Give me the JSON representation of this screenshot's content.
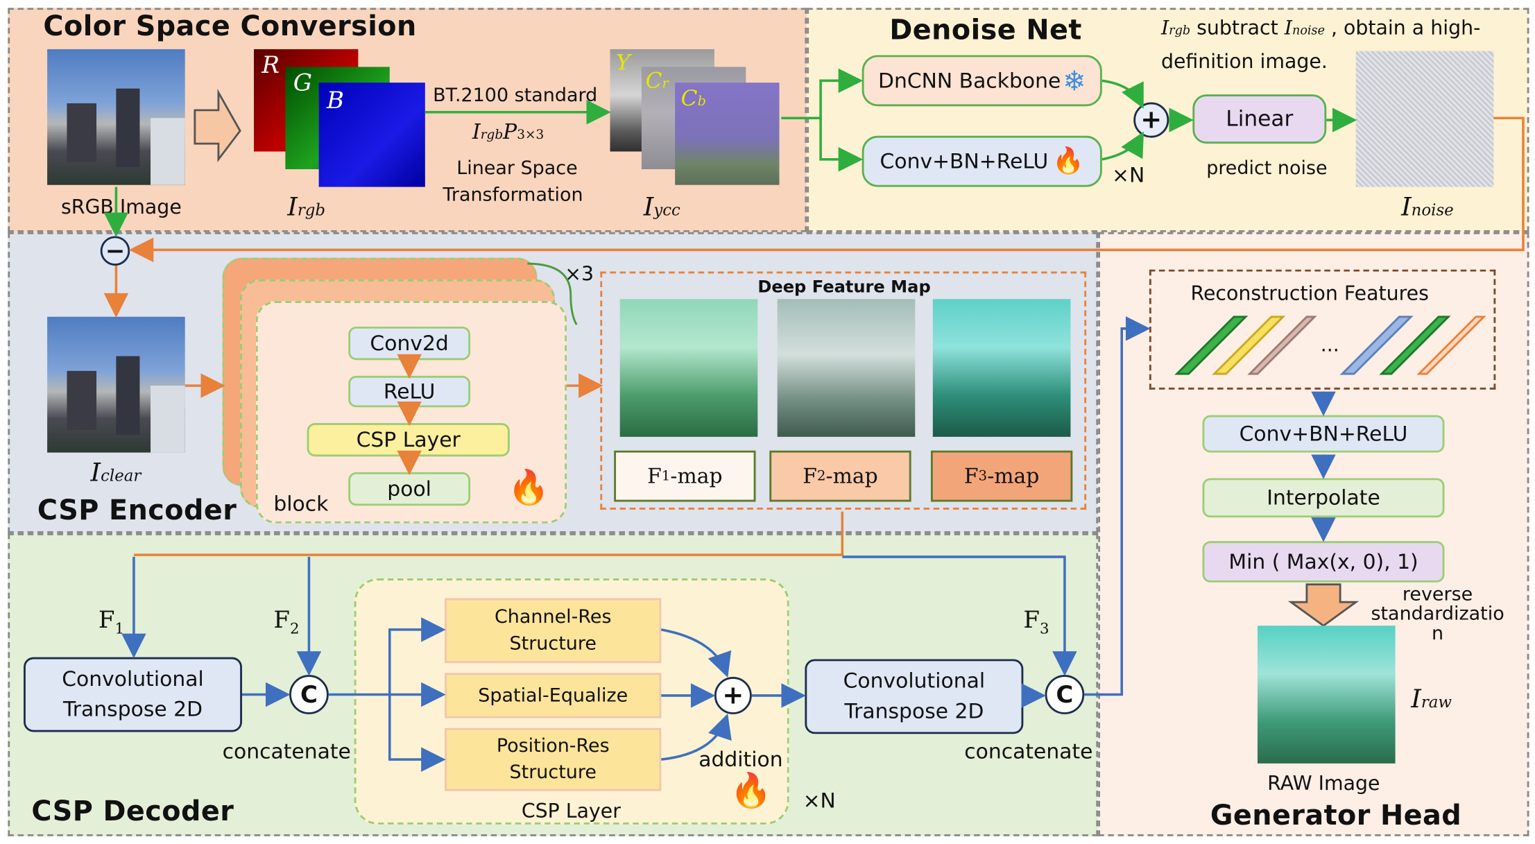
{
  "colors": {
    "color_space_bg": "#f9d5bd",
    "denoise_bg": "#fdf2d3",
    "encoder_bg": "#dee3ec",
    "decoder_bg": "#e3efd6",
    "generator_bg": "#fdeee6",
    "green_arrow": "#2fae3f",
    "orange_arrow": "#e8813a",
    "blue_arrow": "#3f6fbf"
  },
  "color_space": {
    "title": "Color Space Conversion",
    "srgb_label": "sRGB Image",
    "irgb_label": "I",
    "irgb_sub": "rgb",
    "channel_r": "R",
    "channel_g": "G",
    "channel_b": "B",
    "standard": "BT.2100 standard",
    "matrix": "I",
    "matrix_sub": "rgb",
    "matrix_p": "P",
    "matrix_p_sub": "3×3",
    "transform_line1": "Linear Space",
    "transform_line2": "Transformation",
    "channel_y": "Y",
    "channel_cr": "C",
    "channel_cr_sub": "r",
    "channel_cb": "C",
    "channel_cb_sub": "b",
    "iycc_label": "I",
    "iycc_sub": "ycc"
  },
  "denoise": {
    "title": "Denoise Net",
    "note_i1": "I",
    "note_i1_sub": "rgb",
    "note_mid": " subtract ",
    "note_i2": "I",
    "note_i2_sub": "noise",
    "note_end": " , obtain a high-",
    "note_line2": "definition image.",
    "dncnn": "DnCNN Backbone",
    "conv": "Conv+BN+ReLU",
    "times_n": "×N",
    "plus": "+",
    "linear": "Linear",
    "predict": "predict noise",
    "inoise_label": "I",
    "inoise_sub": "noise"
  },
  "encoder": {
    "title": "CSP Encoder",
    "minus": "−",
    "iclear_label": "I",
    "iclear_sub": "clear",
    "times3": "×3",
    "layers": [
      "Conv2d",
      "ReLU",
      "CSP Layer",
      "pool"
    ],
    "block": "block",
    "deep_feature": "Deep Feature Map",
    "f1": "F",
    "f1_sub": "1",
    "f1_tail": "-map",
    "f2": "F",
    "f2_sub": "2",
    "f2_tail": "-map",
    "f3": "F",
    "f3_sub": "3",
    "f3_tail": "-map"
  },
  "decoder": {
    "title": "CSP Decoder",
    "F1": "F",
    "F1_sub": "1",
    "F2": "F",
    "F2_sub": "2",
    "F3": "F",
    "F3_sub": "3",
    "convT1_line1": "Convolutional",
    "convT1_line2": "Transpose 2D",
    "convT2_line1": "Convolutional",
    "convT2_line2": "Transpose 2D",
    "concat_symbol": "C",
    "concatenate": "concatenate",
    "channel_res_line1": "Channel-Res",
    "channel_res_line2": "Structure",
    "spatial": "Spatial-Equalize",
    "position_res_line1": "Position-Res",
    "position_res_line2": "Structure",
    "plus": "+",
    "addition": "addition",
    "csp_layer": "CSP Layer",
    "times_n": "×N"
  },
  "generator": {
    "title": "Generator Head",
    "recon": "Reconstruction Features",
    "ellipsis": "...",
    "conv": "Conv+BN+ReLU",
    "interp": "Interpolate",
    "minmax": "Min ( Max(x, 0), 1)",
    "reverse_line1": "reverse",
    "reverse_line2": "standardizatio",
    "reverse_line3": "n",
    "iraw_label": "I",
    "iraw_sub": "raw",
    "raw_image": "RAW Image"
  }
}
